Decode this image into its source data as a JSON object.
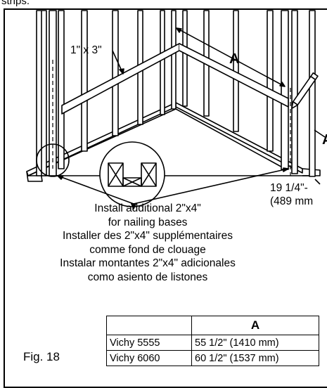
{
  "header": {
    "partial_text": "strips."
  },
  "labels": {
    "strip": "1\" x 3\"",
    "dim_a": "A",
    "dim_b_partial": "A",
    "side_dim_line1": "19 1/4\"-",
    "side_dim_line2": "(489 mm"
  },
  "instructions": [
    "Install additional 2\"x4\"",
    "for nailing bases",
    "Installer des 2\"x4\" supplémentaires",
    "comme fond de clouage",
    "Instalar montantes 2\"x4\" adicionales",
    "como asiento de listones"
  ],
  "figure": {
    "label": "Fig. 18"
  },
  "table": {
    "header": [
      "",
      "A"
    ],
    "rows": [
      {
        "model": "Vichy 5555",
        "value": "55 1/2\" (1410 mm)"
      },
      {
        "model": "Vichy 6060",
        "value": "60 1/2\" (1537 mm)"
      }
    ]
  }
}
